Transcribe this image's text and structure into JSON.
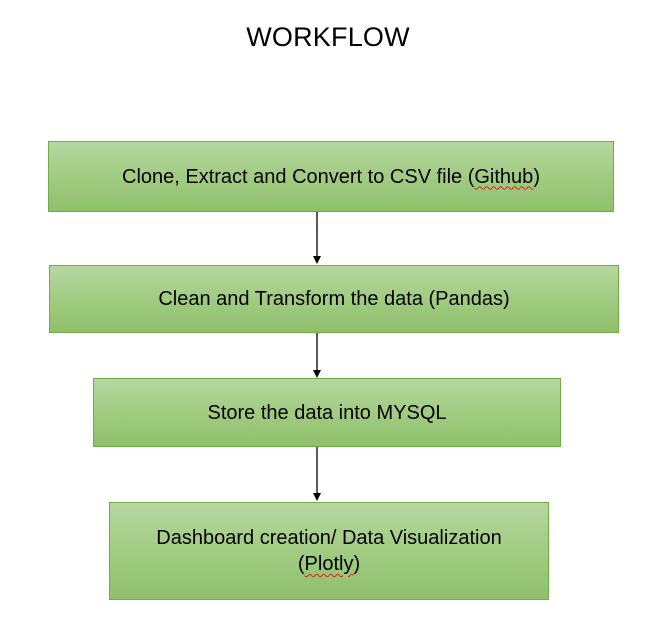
{
  "title": "WORKFLOW",
  "steps": [
    {
      "text": "Clone, Extract and Convert to CSV file (",
      "marked": "Github",
      "suffix": ")"
    },
    {
      "text": "Clean and Transform the data (Pandas)"
    },
    {
      "text": "Store the data into MYSQL"
    },
    {
      "text": "Dashboard creation/ Data Visualization",
      "line2_prefix": "(",
      "marked": "Plotly",
      "suffix": ")"
    }
  ],
  "colors": {
    "box_fill": "#a3cd85",
    "box_border": "#71ad47",
    "arrow": "#000000",
    "spellcheck_underline": "#e02020"
  }
}
